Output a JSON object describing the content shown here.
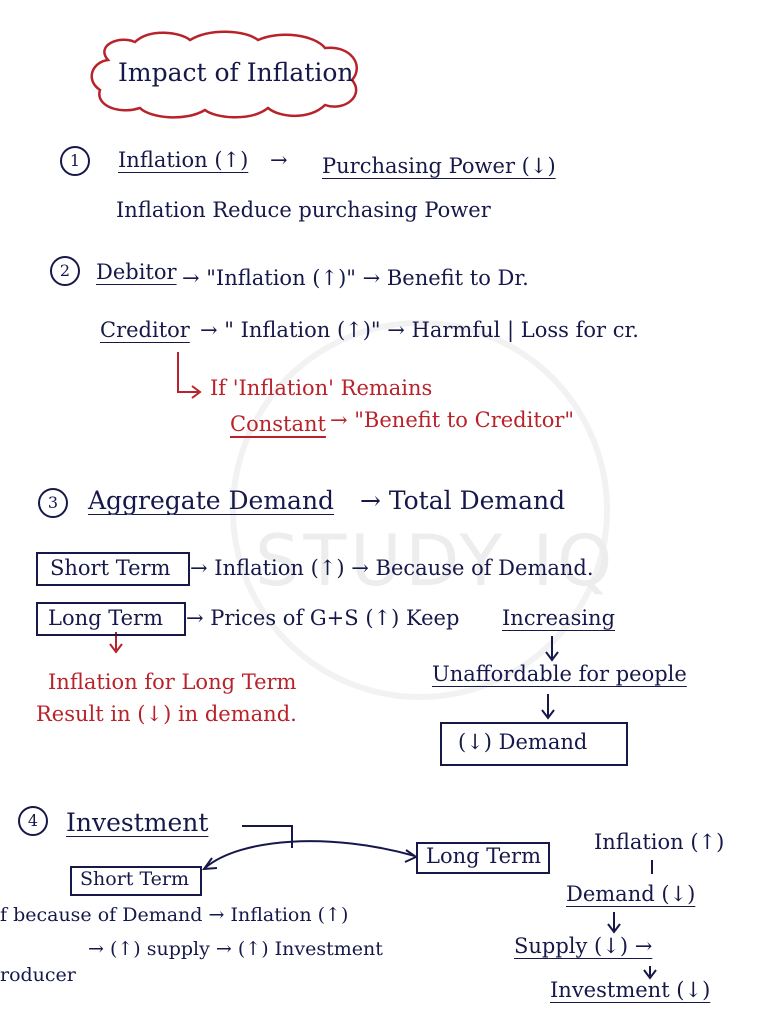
{
  "title": "Impact of Inflation",
  "s1": {
    "num": "1",
    "inflation": "Inflation (↑)",
    "arrow": "→",
    "power": "Purchasing Power (↓)",
    "line2": "Inflation Reduce purchasing Power"
  },
  "s2": {
    "num": "2",
    "debtor": "Debitor",
    "debtor_rel": "→ \"Inflation (↑)\" → Benefit to Dr.",
    "creditor": "Creditor",
    "creditor_rel": "→ \" Inflation (↑)\" → Harmful | Loss for cr.",
    "note1": "If 'Inflation' Remains",
    "note2a": "Constant",
    "note2b": "→ \"Benefit to Creditor\""
  },
  "s3": {
    "num": "3",
    "head_a": "Aggregate Demand",
    "head_b": "→ Total Demand",
    "short_term": "Short Term",
    "short_rel": "→ Inflation (↑) → Because of Demand.",
    "long_term": "Long Term",
    "long_rel": "→ Prices of G+S (↑) Keep",
    "increasing": "Increasing",
    "unaffordable": "Unaffordable for people",
    "demand_box": "(↓) Demand",
    "red1": "Inflation for Long Term",
    "red2": "Result in (↓) in demand."
  },
  "s4": {
    "num": "4",
    "investment": "Investment",
    "short_term": "Short Term",
    "long_term": "Long Term",
    "infl": "Inflation (↑)",
    "demand_down": "Demand (↓)",
    "supply_down": "Supply (↓) →",
    "invest_down": "Investment (↓)",
    "l1": "f because of Demand → Inflation (↑)",
    "l2": "→ (↑) supply → (↑) Investment",
    "l3": "roducer"
  }
}
